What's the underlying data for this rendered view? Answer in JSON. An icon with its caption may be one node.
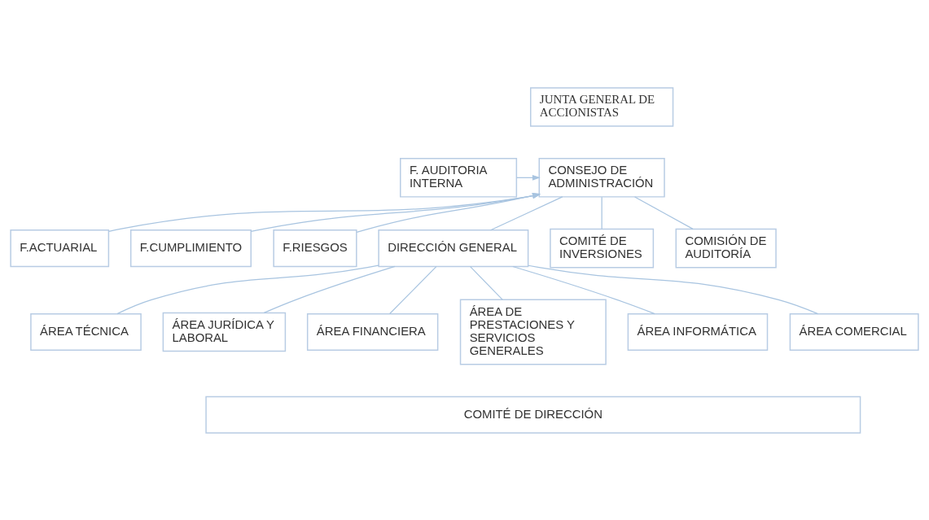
{
  "diagram": {
    "nodes": [
      {
        "text": [
          "F. AUDITORIA INTERNA"
        ]
      },
      {
        "text": [
          "JUNTA GENERAL DE ACCIONISTAS"
        ]
      },
      {
        "text": [
          "CONSEJO DE ADMINISTRACIÓN"
        ]
      },
      {
        "text": [
          "F.ACTUARIAL"
        ]
      },
      {
        "text": [
          "F.CUMPLIMIENTO"
        ]
      },
      {
        "text": [
          "F.RIESGOS"
        ]
      },
      {
        "text": [
          "DIRECCIÓN GENERAL"
        ]
      },
      {
        "text": [
          "COMITÉ DE INVERSIONES"
        ]
      },
      {
        "text": [
          "COMISIÓN DE AUDITORÍA"
        ]
      },
      {
        "text": [
          "ÁREA TÉCNICA"
        ]
      },
      {
        "text": [
          "ÁREA JURÍDICA Y LABORAL"
        ]
      },
      {
        "text": [
          "ÁREA FINANCIERA"
        ]
      },
      {
        "text": [
          "ÁREA DE PRESTACIONES Y SERVICIOS GENERALES"
        ]
      },
      {
        "text": [
          "ÁREA INFORMÁTICA"
        ]
      },
      {
        "text": [
          "ÁREA COMERCIAL"
        ]
      },
      {
        "text": [
          "COMITÉ DE DIRECCIÓN"
        ]
      }
    ],
    "edges": [
      {
        "from": 0,
        "to": 2,
        "arrow": "to"
      },
      {
        "from": 3,
        "to": 2,
        "arrow": "to"
      },
      {
        "from": 4,
        "to": 2,
        "arrow": "to"
      },
      {
        "from": 5,
        "to": 2,
        "arrow": "to"
      },
      {
        "from": 2,
        "to": 6,
        "arrow": "none"
      },
      {
        "from": 2,
        "to": 7,
        "arrow": "none"
      },
      {
        "from": 2,
        "to": 8,
        "arrow": "none"
      },
      {
        "from": 6,
        "to": 9,
        "arrow": "none"
      },
      {
        "from": 6,
        "to": 10,
        "arrow": "none"
      },
      {
        "from": 6,
        "to": 11,
        "arrow": "none"
      },
      {
        "from": 6,
        "to": 12,
        "arrow": "none"
      },
      {
        "from": 6,
        "to": 13,
        "arrow": "none"
      },
      {
        "from": 6,
        "to": 14,
        "arrow": "none"
      }
    ]
  }
}
